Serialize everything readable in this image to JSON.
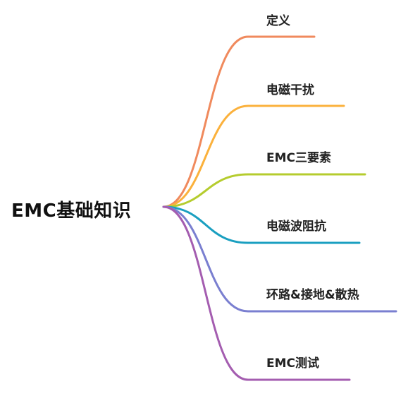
{
  "root": {
    "label": "EMC基础知识"
  },
  "branches": [
    {
      "label": "定义",
      "color": "#F08A5D"
    },
    {
      "label": "电磁干扰",
      "color": "#FBB13C"
    },
    {
      "label": "EMC三要素",
      "color": "#B5CC2E"
    },
    {
      "label": "电磁波阻抗",
      "color": "#1A9FC0"
    },
    {
      "label": "环路&接地&散热",
      "color": "#7A7FD0"
    },
    {
      "label": "EMC测试",
      "color": "#A45DB0"
    }
  ]
}
